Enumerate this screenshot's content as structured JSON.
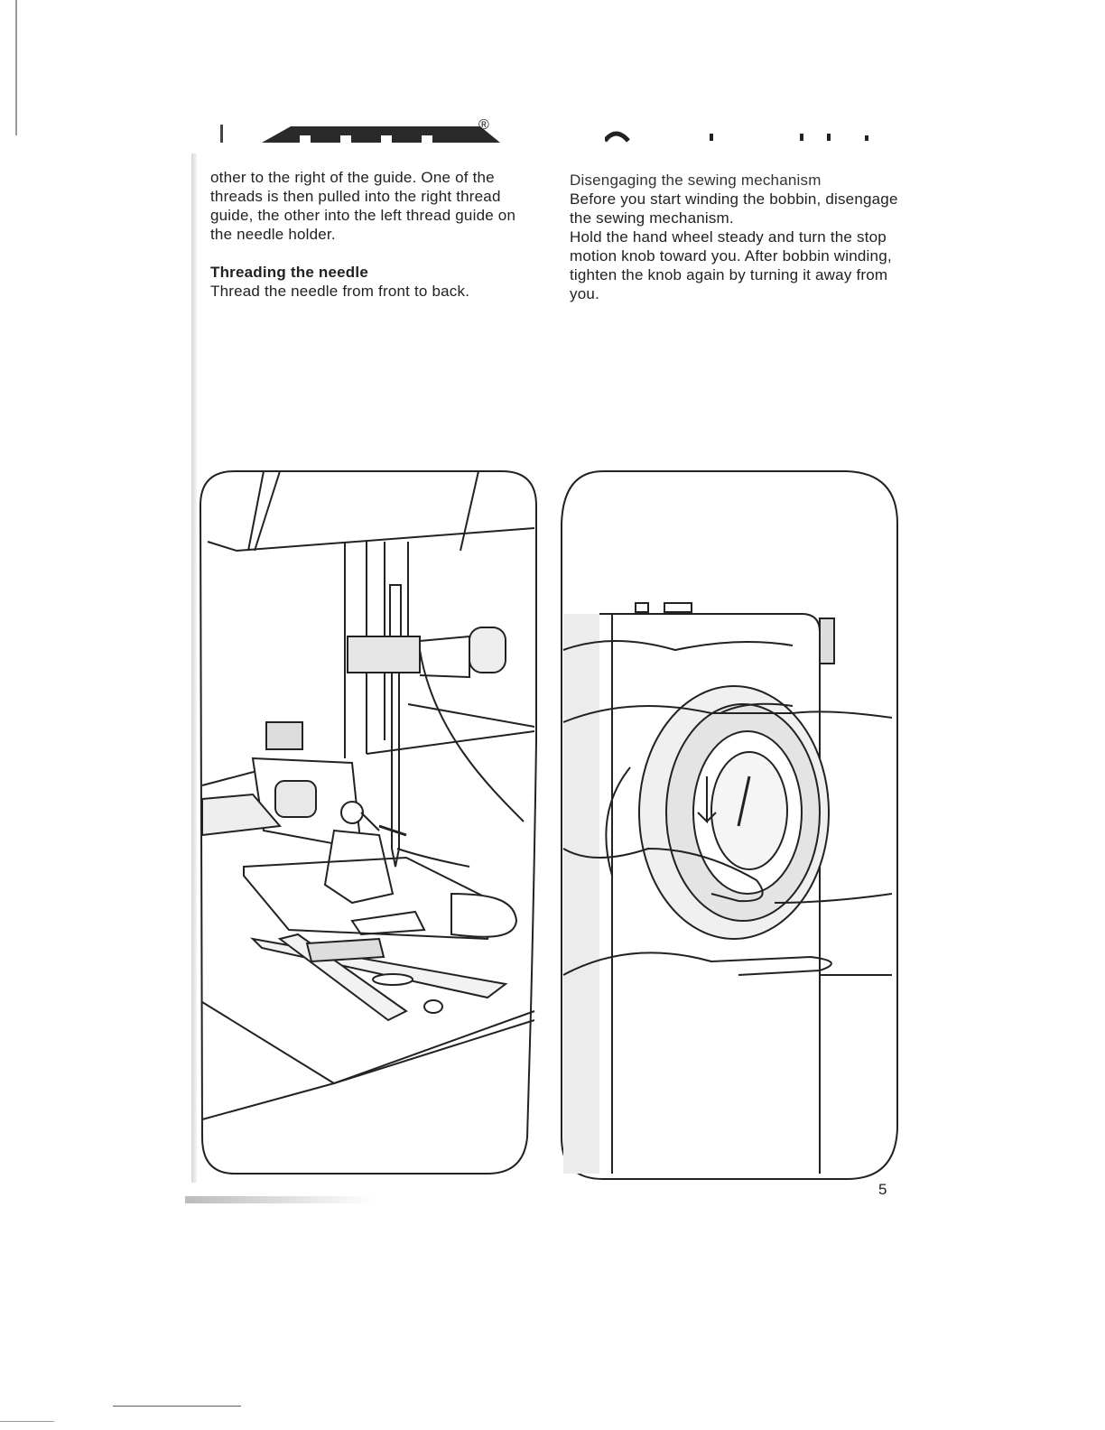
{
  "header": {
    "registered_mark": "®"
  },
  "left_column": {
    "intro_text": "other to the right of the guide. One of the threads is then pulled into the right thread guide, the other into the left thread guide on the needle holder.",
    "heading": "Threading the needle",
    "body": "Thread the needle from front to back."
  },
  "right_column": {
    "heading": "Disengaging the sewing mechanism",
    "body_1": "Before you start winding the bobbin, disengage the sewing mechanism.",
    "body_2": "Hold the hand wheel steady and turn the stop motion knob toward you. After bobbin winding, tighten the knob again by turning it away from you."
  },
  "page_number": "5"
}
